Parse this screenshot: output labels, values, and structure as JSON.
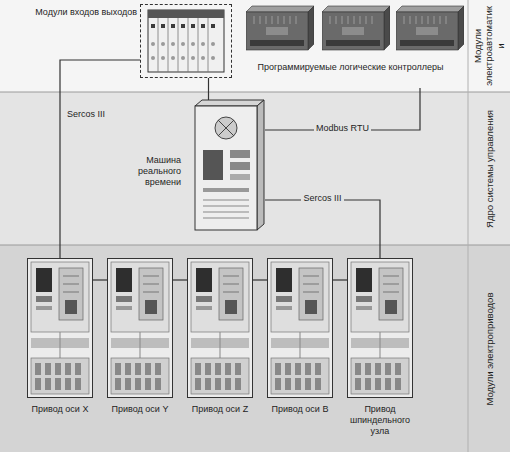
{
  "diagram": {
    "nodes": [
      {
        "text": [
          "Модули электроавтоматики"
        ]
      },
      {
        "text": [
          "Ядро системы управления"
        ]
      },
      {
        "text": [
          "Модули электроприводов"
        ]
      },
      {
        "text": [
          "Модули входов выходов"
        ],
        "in": 0
      },
      {
        "text": [
          "Программируемые логические контроллеры"
        ],
        "in": 0
      },
      {
        "text": [
          "Машина реального времени"
        ],
        "in": 1
      },
      {
        "text": [
          "Привод оси X"
        ],
        "in": 2
      },
      {
        "text": [
          "Привод оси Y"
        ],
        "in": 2
      },
      {
        "text": [
          "Привод оси Z"
        ],
        "in": 2
      },
      {
        "text": [
          "Привод оси B"
        ],
        "in": 2
      },
      {
        "text": [
          "Привод шпиндельного узла"
        ],
        "in": 2
      }
    ],
    "edges": [
      {
        "from": 5,
        "to": 4,
        "label": "Modbus RTU",
        "arrow": "none"
      },
      {
        "from": 5,
        "to": 3,
        "arrow": "none"
      },
      {
        "from": 3,
        "to": 6,
        "label": "Sercos III",
        "arrow": "none"
      },
      {
        "from": 6,
        "to": 7,
        "arrow": "none"
      },
      {
        "from": 7,
        "to": 8,
        "arrow": "none"
      },
      {
        "from": 8,
        "to": 9,
        "arrow": "none"
      },
      {
        "from": 9,
        "to": 10,
        "arrow": "none"
      },
      {
        "from": 5,
        "to": 10,
        "label": "Sercos III",
        "arrow": "none"
      }
    ]
  }
}
